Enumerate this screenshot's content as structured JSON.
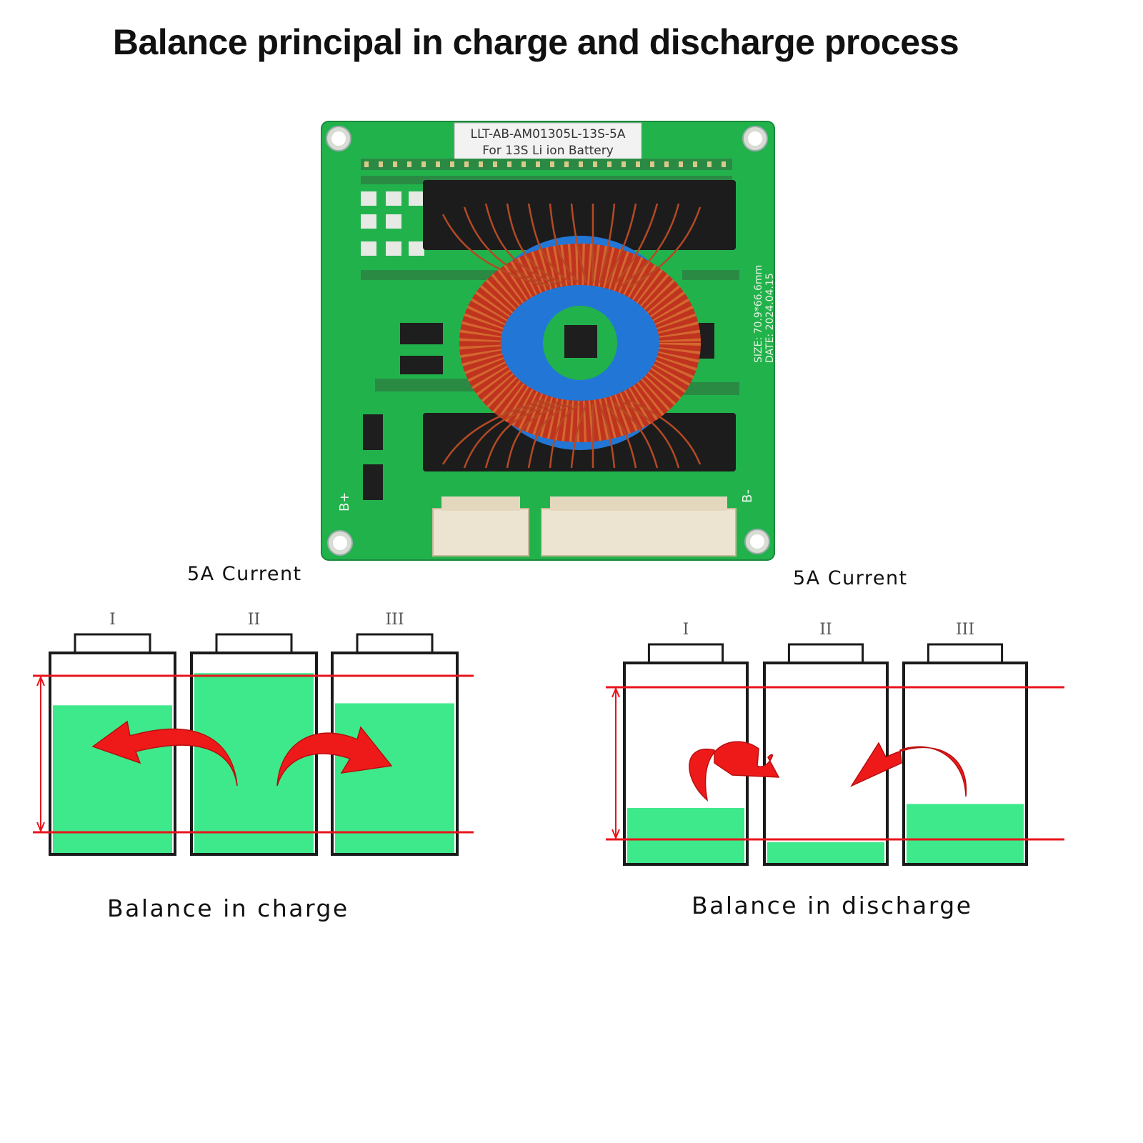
{
  "title": "Balance principal in charge and discharge process",
  "board": {
    "model": "LLT-AB-AM01305L-13S-5A",
    "subtitle": "For 13S Li ion Battery",
    "size": "SIZE: 70.9*66.6mm",
    "date": "DATE: 2024.04.15",
    "bplus": "B+",
    "bminus": "B-"
  },
  "charge": {
    "current": "5A Current",
    "caption": "Balance in charge",
    "cells": [
      {
        "label": "I",
        "level": 0.74
      },
      {
        "label": "II",
        "level": 0.9
      },
      {
        "label": "III",
        "level": 0.75
      }
    ]
  },
  "discharge": {
    "current": "5A Current",
    "caption": "Balance in discharge",
    "cells": [
      {
        "label": "I",
        "level": 0.28
      },
      {
        "label": "II",
        "level": 0.11
      },
      {
        "label": "III",
        "level": 0.3
      }
    ]
  },
  "colors": {
    "pcb": "#22b24c",
    "fill": "#3de98a",
    "marker": "#e8141c",
    "arrow": "#ee1a1a",
    "coil": "#c0331f",
    "core": "#2277d6"
  }
}
